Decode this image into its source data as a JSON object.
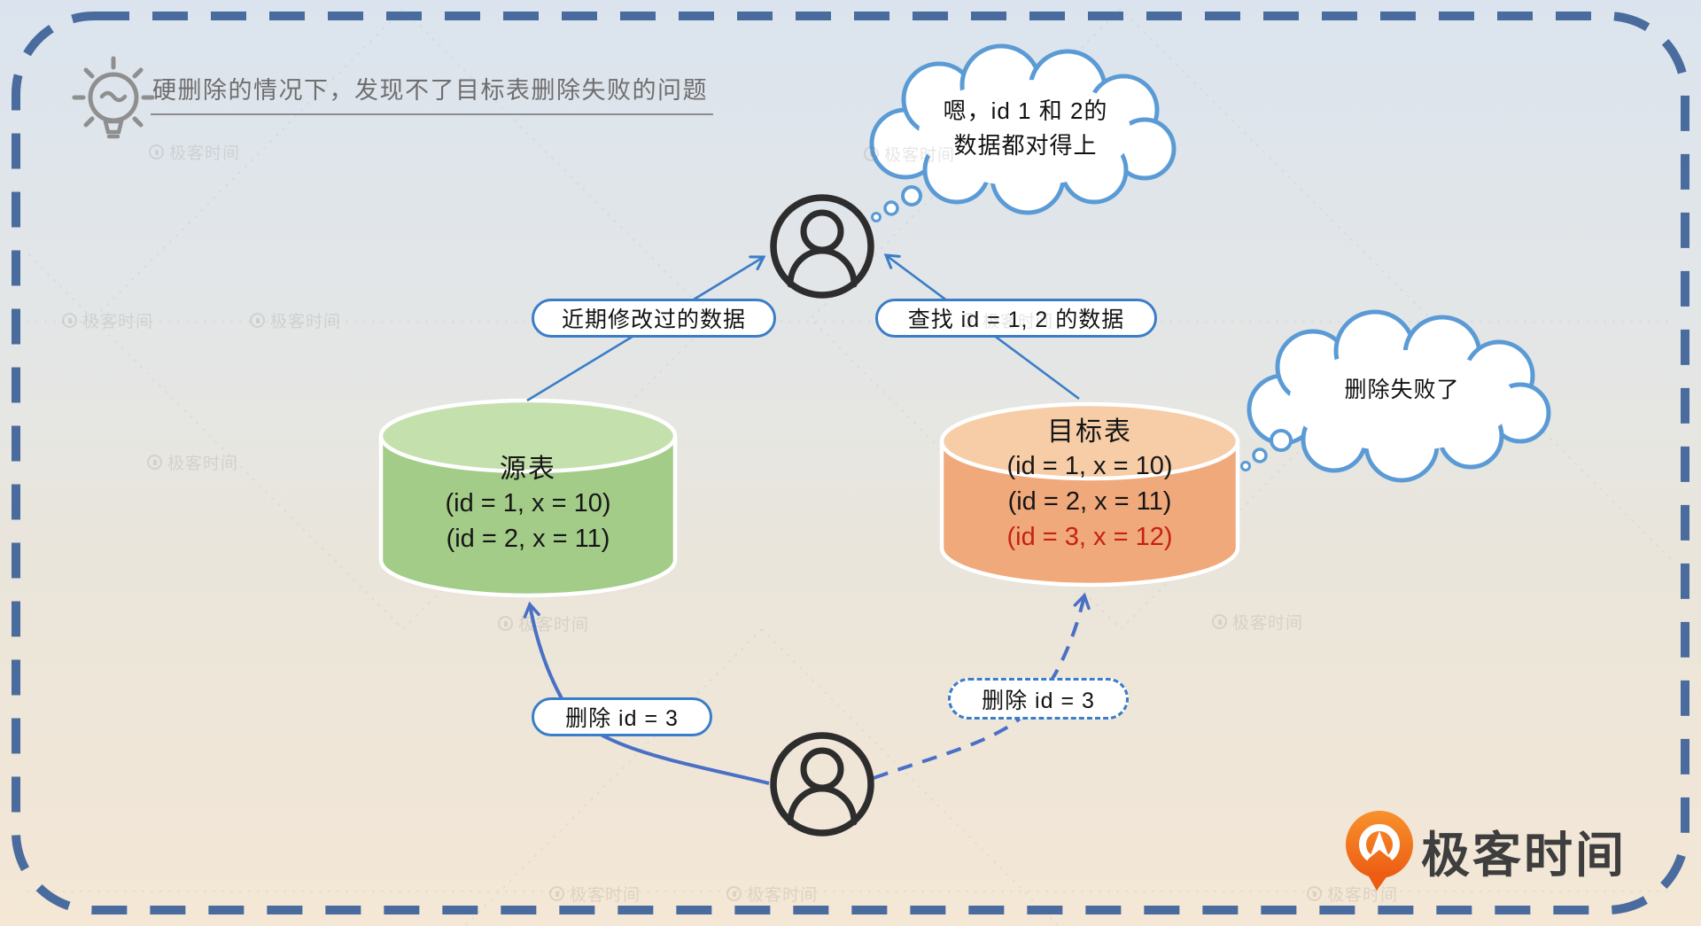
{
  "title": {
    "text": "硬删除的情况下，发现不了目标表删除失败的问题"
  },
  "clouds": {
    "top": {
      "line1": "嗯，id 1 和 2的",
      "line2": "数据都对得上"
    },
    "right": {
      "text": "删除失败了"
    }
  },
  "labels": {
    "recent_data": "近期修改过的数据",
    "find_data": "查找 id = 1, 2 的数据",
    "delete_source": "删除 id = 3",
    "delete_target": "删除 id = 3"
  },
  "source_table": {
    "title": "源表",
    "rows": [
      "(id = 1, x = 10)",
      "(id = 2, x = 11)"
    ]
  },
  "target_table": {
    "title": "目标表",
    "rows": [
      "(id = 1, x = 10)",
      "(id = 2, x = 11)",
      "(id = 3, x = 12)"
    ]
  },
  "logo": {
    "text": "极客时间"
  },
  "watermark": {
    "text": "极客时间"
  },
  "icons": {
    "lightbulb": "lightbulb-icon",
    "person": "person-icon",
    "logo": "geektime-logo-icon"
  },
  "colors": {
    "border_blue": "#4a6b9e",
    "arrow_blue": "#3a7dc8",
    "curve_blue": "#4a70c6",
    "cloud_stroke": "#5b9bd5",
    "source_body": "#a3cc88",
    "source_top": "#c4e0ac",
    "target_body": "#f0a97b",
    "target_top": "#f6cda7",
    "highlight_red": "#c52114",
    "logo_orange": "#f06d1f"
  }
}
